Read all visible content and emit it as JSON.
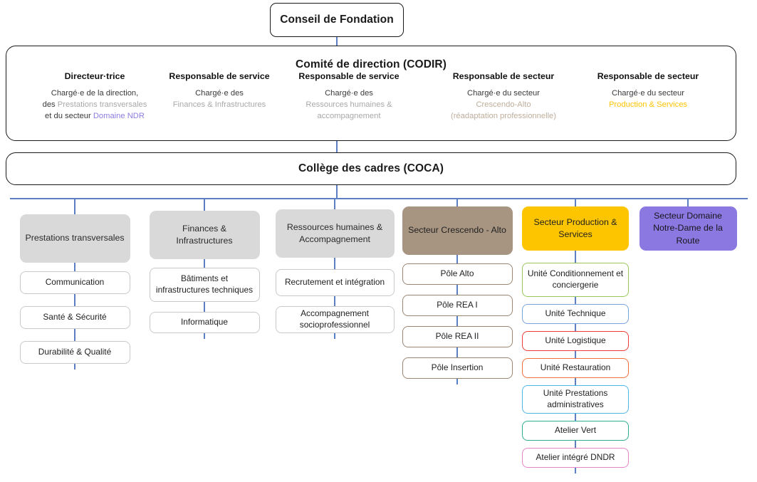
{
  "top": {
    "label": "Conseil de Fondation"
  },
  "codir": {
    "title": "Comité de direction (CODIR)",
    "members": [
      {
        "role": "Directeur·trice",
        "desc_lines": [
          [
            {
              "t": "Chargé·e de la direction,",
              "c": "plain"
            }
          ],
          [
            {
              "t": "des ",
              "c": "plain"
            },
            {
              "t": "Prestations transversales",
              "c": "muted"
            }
          ],
          [
            {
              "t": "et du secteur ",
              "c": "plain"
            },
            {
              "t": "Domaine NDR",
              "c": "ndr"
            }
          ]
        ]
      },
      {
        "role": "Responsable de service",
        "desc_lines": [
          [
            {
              "t": "Chargé·e des",
              "c": "plain"
            }
          ],
          [
            {
              "t": "Finances & Infrastructures",
              "c": "muted"
            }
          ]
        ]
      },
      {
        "role": "Responsable de service",
        "desc_lines": [
          [
            {
              "t": "Chargé·e des",
              "c": "plain"
            }
          ],
          [
            {
              "t": "Ressources humaines &",
              "c": "muted"
            }
          ],
          [
            {
              "t": "accompagnement",
              "c": "muted"
            }
          ]
        ]
      },
      {
        "role": "Responsable de secteur",
        "desc_lines": [
          [
            {
              "t": "Chargé·e du secteur",
              "c": "plain"
            }
          ],
          [
            {
              "t": "Crescendo-Alto",
              "c": "cres"
            }
          ],
          [
            {
              "t": "(réadaptation professionnelle)",
              "c": "cres"
            }
          ]
        ]
      },
      {
        "role": "Responsable de secteur",
        "desc_lines": [
          [
            {
              "t": "Chargé·e du secteur",
              "c": "plain"
            }
          ],
          [
            {
              "t": "Production & Services",
              "c": "prod"
            }
          ]
        ]
      }
    ]
  },
  "coca": {
    "title": "Collège des cadres (COCA)"
  },
  "columns": [
    {
      "header": "Prestations transversales",
      "header_style": "gray",
      "items": [
        {
          "label": "Communication",
          "border": "#c9c9c9"
        },
        {
          "label": "Santé & Sécurité",
          "border": "#c9c9c9"
        },
        {
          "label": "Durabilité & Qualité",
          "border": "#c9c9c9"
        }
      ]
    },
    {
      "header": "Finances & Infrastructures",
      "header_style": "gray",
      "items": [
        {
          "label": "Bâtiments et infrastructures techniques",
          "border": "#c9c9c9"
        },
        {
          "label": "Informatique",
          "border": "#c9c9c9"
        }
      ]
    },
    {
      "header": "Ressources humaines & Accompagnement",
      "header_style": "gray",
      "items": [
        {
          "label": "Recrutement et intégration",
          "border": "#c9c9c9"
        },
        {
          "label": "Accompagnement socioprofessionnel",
          "border": "#c9c9c9"
        }
      ]
    },
    {
      "header": "Secteur Crescendo - Alto",
      "header_style": "brown",
      "items": [
        {
          "label": "Pôle Alto",
          "border": "#9a8673"
        },
        {
          "label": "Pôle REA I",
          "border": "#9a8673"
        },
        {
          "label": "Pôle REA II",
          "border": "#9a8673"
        },
        {
          "label": "Pôle Insertion",
          "border": "#9a8673"
        }
      ]
    },
    {
      "header": "Secteur Production & Services",
      "header_style": "gold",
      "items": [
        {
          "label": "Unité Conditionnement et conciergerie",
          "border": "#9ac65a"
        },
        {
          "label": "Unité Technique",
          "border": "#7aa4dd"
        },
        {
          "label": "Unité Logistique",
          "border": "#ef3b39"
        },
        {
          "label": "Unité Restauration",
          "border": "#f4703a"
        },
        {
          "label": "Unité Prestations administratives",
          "border": "#4db8e8"
        },
        {
          "label": "Atelier Vert",
          "border": "#2fae93"
        },
        {
          "label": "Atelier intégré DNDR",
          "border": "#e486c8"
        }
      ]
    },
    {
      "header": "Secteur Domaine Notre-Dame de la Route",
      "header_style": "purple",
      "items": []
    }
  ],
  "colors": {
    "connector": "#5b7fc2",
    "gray_header": "#d9d9d9",
    "brown": "#a79582",
    "gold": "#fdc500",
    "purple": "#8b78e0",
    "outline": "#1a1a1a"
  }
}
